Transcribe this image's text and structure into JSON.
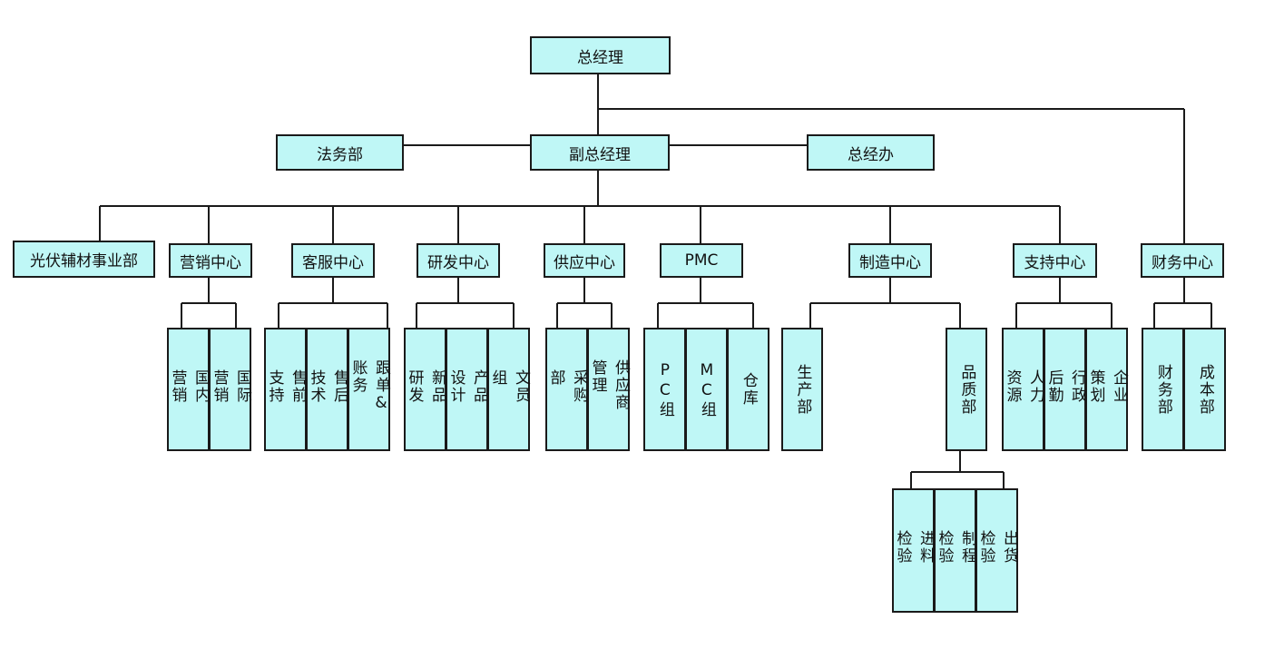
{
  "diagram": {
    "gm": "总经理",
    "legal": "法务部",
    "deputy": "副总经理",
    "gm_office": "总经办",
    "pv": "光伏辅材事业部",
    "marketing": "营销中心",
    "domestic": "国内营销",
    "intl": "国际营销",
    "service": "客服中心",
    "presale": "售前支持",
    "aftersale": "售后技术",
    "followup": "跟单&账务",
    "rd": "研发中心",
    "new_rd": "新品研发",
    "design": "产品设计",
    "docs": "文员组",
    "supply": "供应中心",
    "purchase": "采购部",
    "supplier_mgmt": "供应商管理",
    "pmc": "PMC",
    "pc_group": "PC组",
    "mc_group": "MC组",
    "warehouse": "仓库",
    "mfg": "制造中心",
    "production": "生产部",
    "quality": "品质部",
    "incoming": "进料检验",
    "process": "制程检验",
    "outgoing": "出货检验",
    "support": "支持中心",
    "hr": "人力资源",
    "admin": "行政后勤",
    "planning": "企业策划",
    "finance_center": "财务中心",
    "finance": "财务部",
    "cost": "成本部"
  },
  "colors": {
    "box_fill": "#bff7f6",
    "line": "#1a1a1a"
  }
}
